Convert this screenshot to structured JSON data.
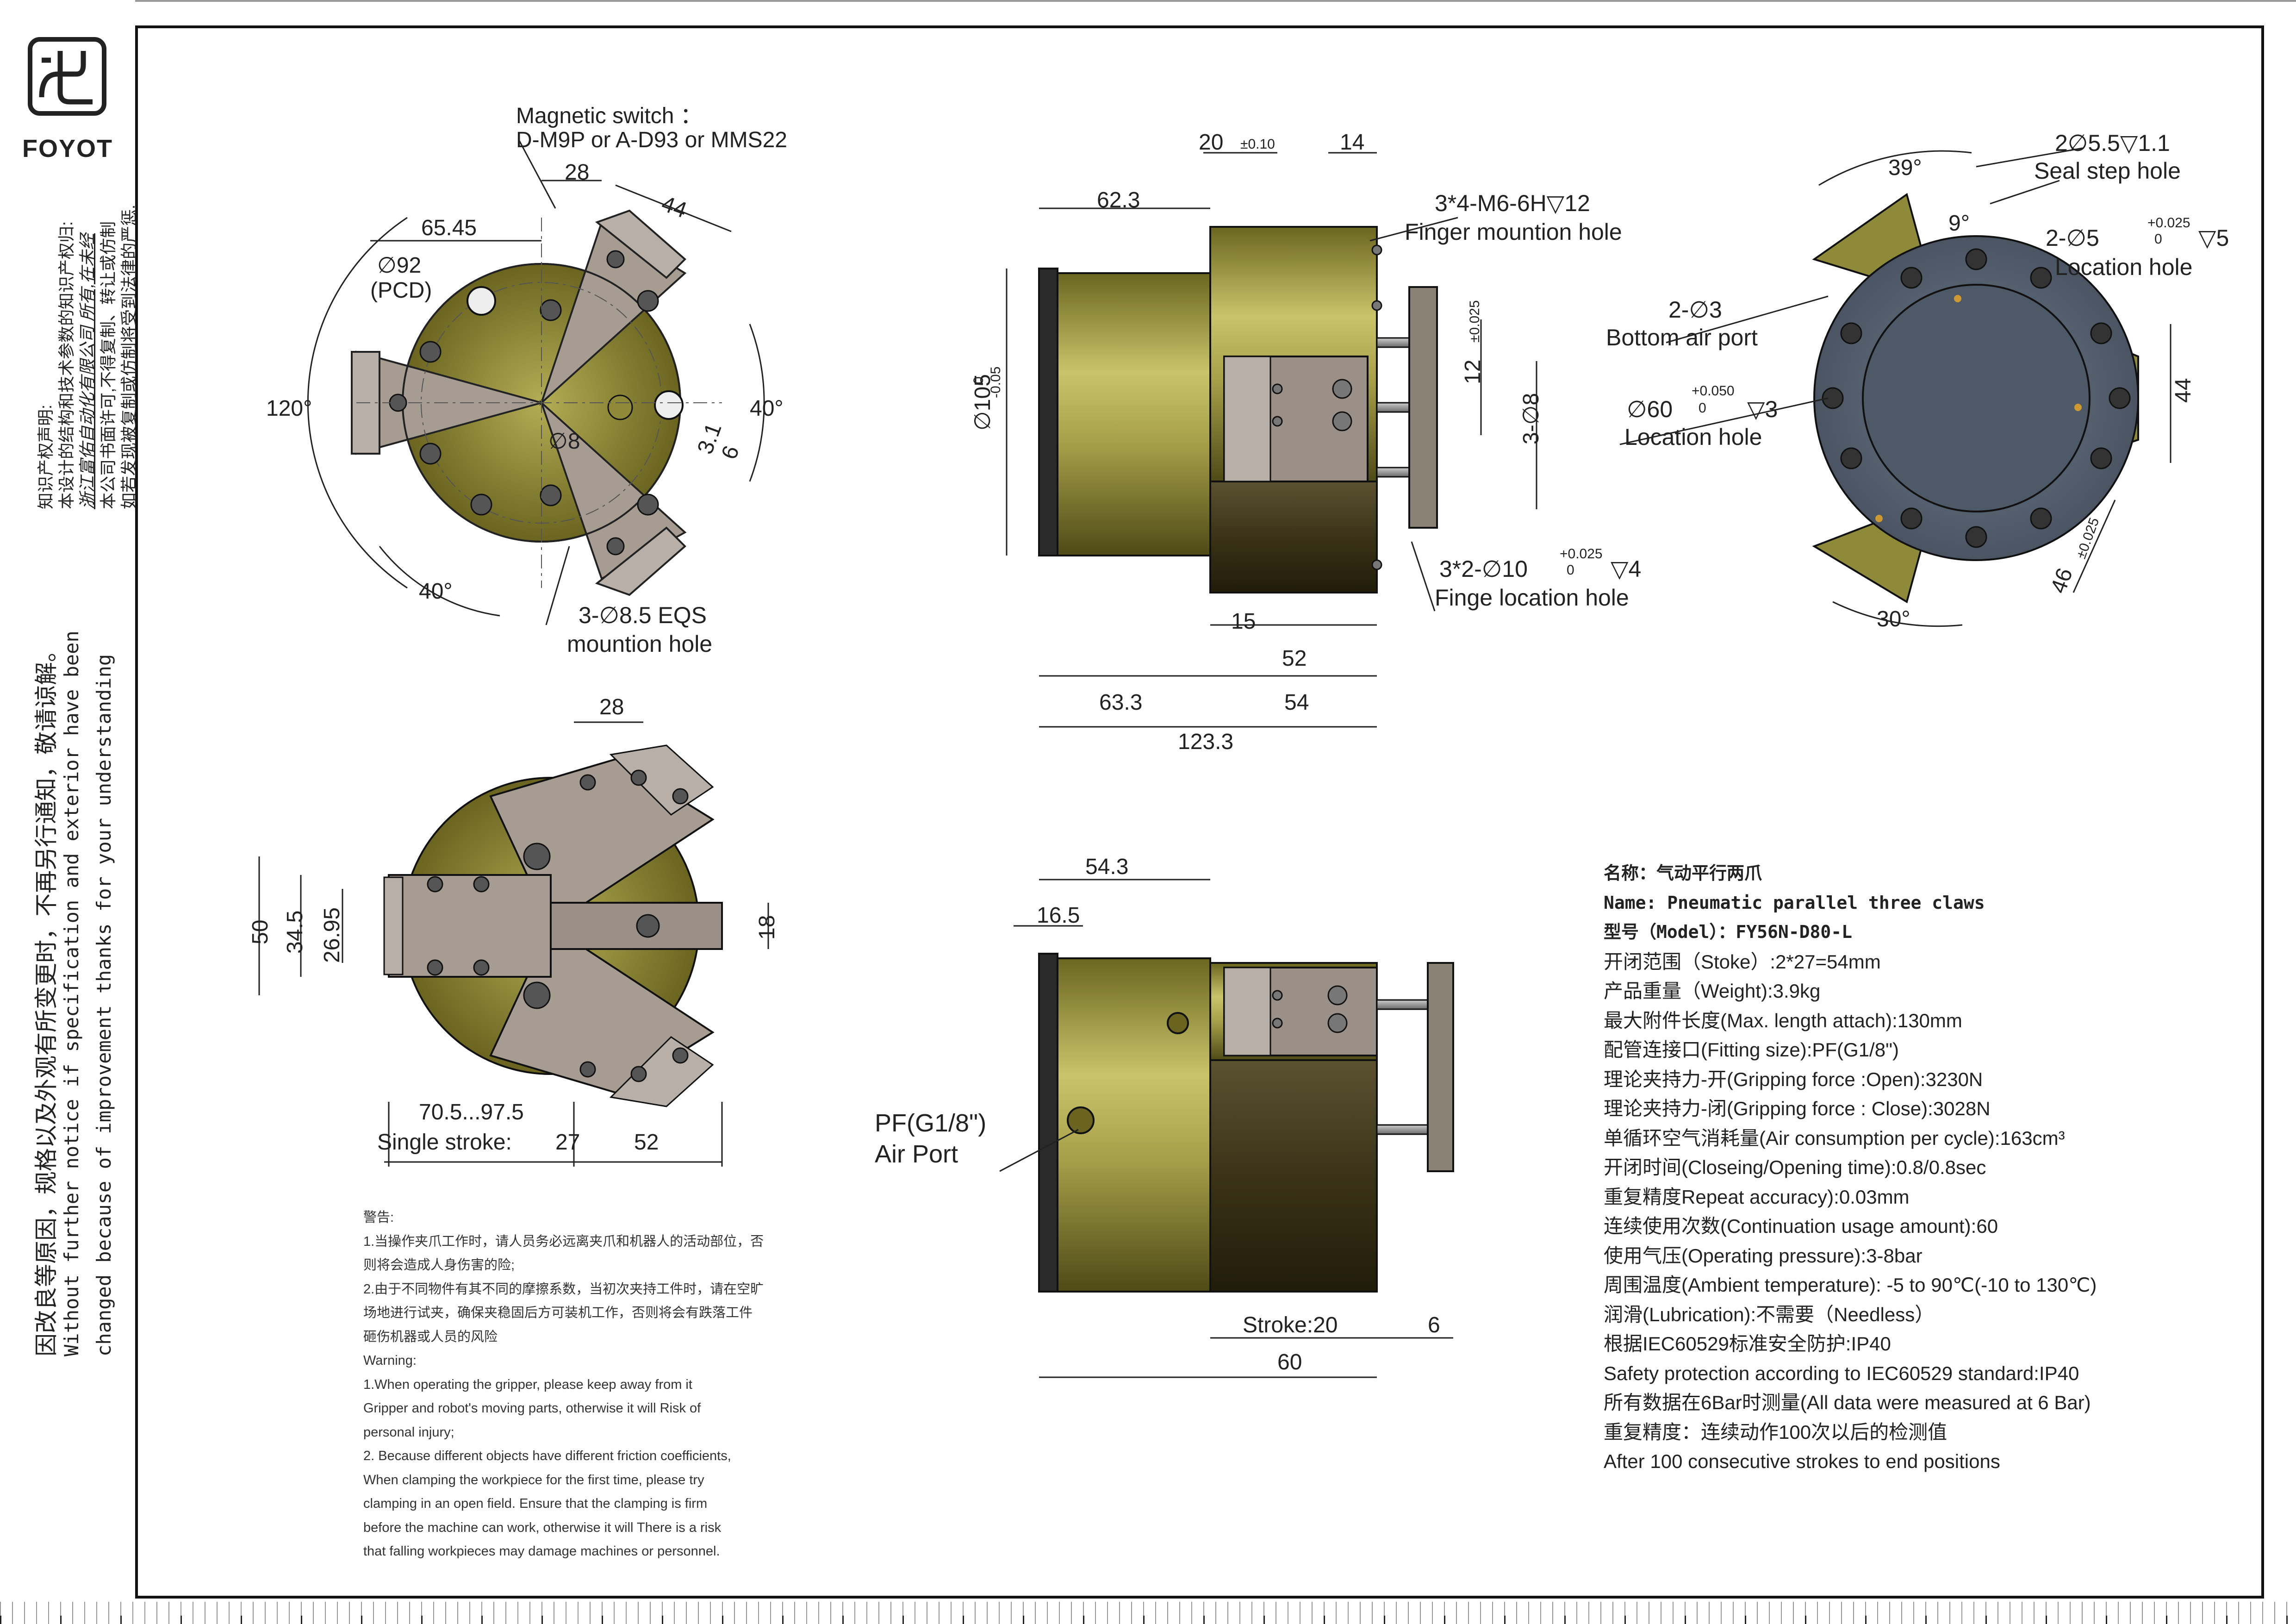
{
  "logo": {
    "brand": "FOYOT",
    "icon": "foyot-logo-icon"
  },
  "sidebar": {
    "ip_notice": [
      "知识产权声明:",
      "本设计的结构和技术参数的知识产权归:",
      "浙江富佑自动化有限公司 所有,在未经",
      "本公司书面许可,不得复制、转让或仿制",
      "如若发现被复制或仿制将受到法律的严惩."
    ],
    "change_notice_cn": "因改良等原因，规格以及外观有所变更时，不再另行通知，敬请谅解。",
    "change_notice_en_1": "Without further  notice if specification and exterior have been",
    "change_notice_en_2": "changed because of improvement thanks for your understanding"
  },
  "top_left_view": {
    "magnetic_switch_1": "Magnetic switch ：",
    "magnetic_switch_2": "D-M9P or A-D93 or MMS22",
    "d28": "28",
    "d44": "44",
    "d6545": "65.45",
    "pcd_1": "∅92",
    "pcd_2": "(PCD)",
    "a120": "120°",
    "a40r": "40°",
    "a40b": "40°",
    "d8": "∅8",
    "d31": "3.1",
    "d6": "6",
    "mount_1": "3-∅8.5 EQS",
    "mount_2": "mountion hole"
  },
  "top_mid_view": {
    "d20": "20",
    "d20_tol": "±0.10",
    "d14": "14",
    "d623": "62.3",
    "finger_1": "3*4-M6-6H▽12",
    "finger_2": "Finger mountion hole",
    "d105": "∅105",
    "d105_tol_up": "0",
    "d105_tol_dn": "-0.05",
    "d12": "12",
    "d12_tol": "±0.025",
    "d3phi8": "3-∅8",
    "loc_1": "3*2-∅10",
    "loc_tol_up": "+0.025",
    "loc_tol_dn": "0",
    "loc_depth": "▽4",
    "loc_2": "Finge location hole",
    "d15": "15",
    "d52": "52",
    "d633": "63.3",
    "d54": "54",
    "d1233": "123.3"
  },
  "top_right_view": {
    "a39": "39°",
    "a9": "9°",
    "a30": "30°",
    "seal_1": "2∅5.5▽1.1",
    "seal_2": "Seal step hole",
    "loc_1": "2-∅5",
    "loc_tol_up": "+0.025",
    "loc_tol_dn": "0",
    "loc_depth": "▽5",
    "loc_2": "Location hole",
    "air_1": "2-∅3",
    "air_2": "Bottom   air port",
    "loc60_1": "∅60",
    "loc60_tol_up": "+0.050",
    "loc60_tol_dn": "0",
    "loc60_depth": "▽3",
    "loc60_2": "Location hole",
    "d44": "44",
    "d46": "46",
    "d46_tol": "±0.025"
  },
  "bottom_left_view": {
    "d28": "28",
    "d50": "50",
    "d345": "34.5",
    "d2695": "26.95",
    "d18": "18",
    "range": "70.5...97.5",
    "stroke_label": "Single stroke:",
    "d27": "27",
    "d52": "52"
  },
  "bottom_mid_view": {
    "d543": "54.3",
    "d165": "16.5",
    "port_1": "PF(G1/8\")",
    "port_2": "Air Port",
    "stroke": "Stroke:20",
    "d6": "6",
    "d60": "60"
  },
  "warning": [
    "警告:",
    "1.当操作夹爪工作时，请人员务必远离夹爪和机器人的活动部位，否",
    "则将会造成人身伤害的险;",
    "2.由于不同物件有其不同的摩擦系数，当初次夹持工件时，请在空旷",
    "场地进行试夹，确保夹稳固后方可装机工作，否则将会有跌落工件",
    "砸伤机器或人员的风险",
    "Warning:",
    "1.When operating the gripper, please keep away from it",
    "Gripper and robot's moving parts, otherwise it will Risk of",
    "personal injury;",
    "2. Because different objects have different friction coefficients,",
    "When clamping the workpiece for the first time, please try",
    "clamping in an open field. Ensure that the clamping is firm",
    "before the machine can work, otherwise it will There is a risk",
    "that falling workpieces may damage machines or personnel."
  ],
  "spec": {
    "name_cn": "名称：气动平行两爪",
    "name_en": "Name: Pneumatic parallel three claws",
    "model": "型号（Model）：FY56N-D80-L",
    "lines": [
      "开闭范围（Stoke）:2*27=54mm",
      "产品重量（Weight):3.9kg",
      "最大附件长度(Max. length attach):130mm",
      "配管连接口(Fitting size):PF(G1/8\")",
      "理论夹持力-开(Gripping force :Open):3230N",
      "理论夹持力-闭(Gripping force : Close):3028N",
      "单循环空气消耗量(Air consumption per cycle):163cm³",
      "开闭时间(Closeing/Opening time):0.8/0.8sec",
      "重复精度Repeat accuracy):0.03mm",
      "连续使用次数(Continuation usage amount):60",
      "使用气压(Operating pressure):3-8bar",
      "周围温度(Ambient temperature): -5 to 90℃(-10 to 130℃)",
      "润滑(Lubrication):不需要（Needless）",
      "根据IEC60529标准安全防护:IP40",
      "Safety protection according to IEC60529 standard:IP40",
      "所有数据在6Bar时测量(All data were measured at 6 Bar)",
      "重复精度：连续动作100次以后的检测值",
      "After 100 consecutive strokes to end positions"
    ]
  }
}
